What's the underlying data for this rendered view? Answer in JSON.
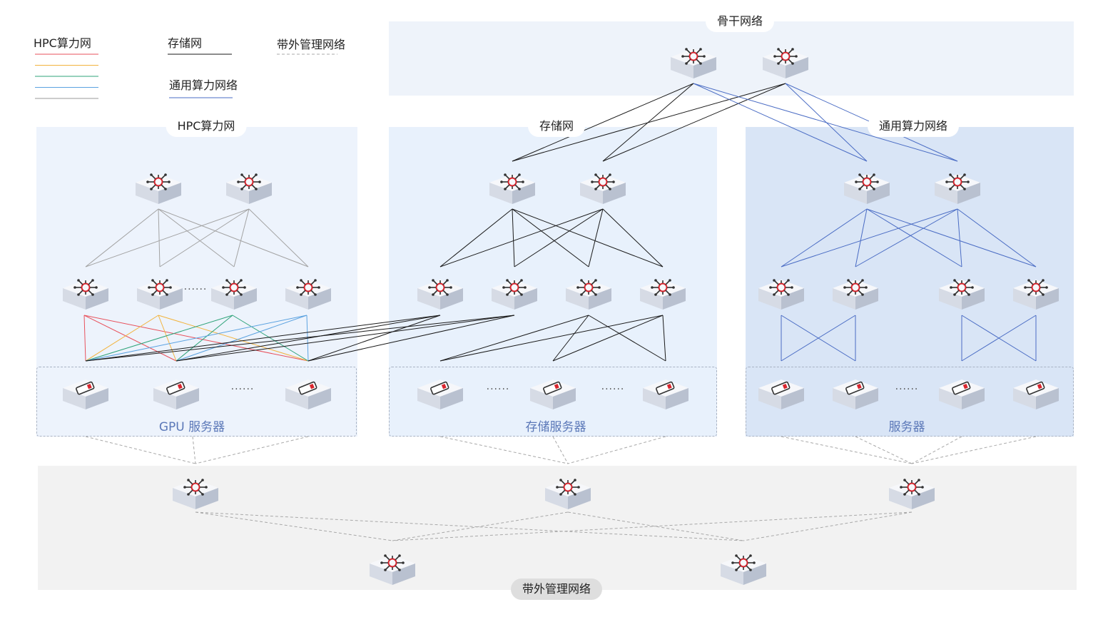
{
  "legend": {
    "hpc": "HPC算力网",
    "storage": "存储网",
    "oob": "带外管理网络",
    "general": "通用算力网络"
  },
  "zones": {
    "backbone": "骨干网络",
    "hpc": "HPC算力网",
    "storage": "存储网",
    "general": "通用算力网络",
    "oob": "带外管理网络"
  },
  "servers": {
    "gpu": "GPU 服务器",
    "storage": "存储服务器",
    "general": "服务器"
  },
  "ellipsis": "······",
  "colors": {
    "hpc_lines": [
      "#e8505b",
      "#f2b33d",
      "#2fa37a",
      "#5ba2e0",
      "#9a9a9a"
    ],
    "storage_line": "#1a1a1a",
    "general_line": "#4a6cc4",
    "oob_line": "#a8a8a8",
    "switch_accent": "#d9262e"
  },
  "icons": {
    "switch": "network-switch-icon",
    "server": "server-icon"
  }
}
